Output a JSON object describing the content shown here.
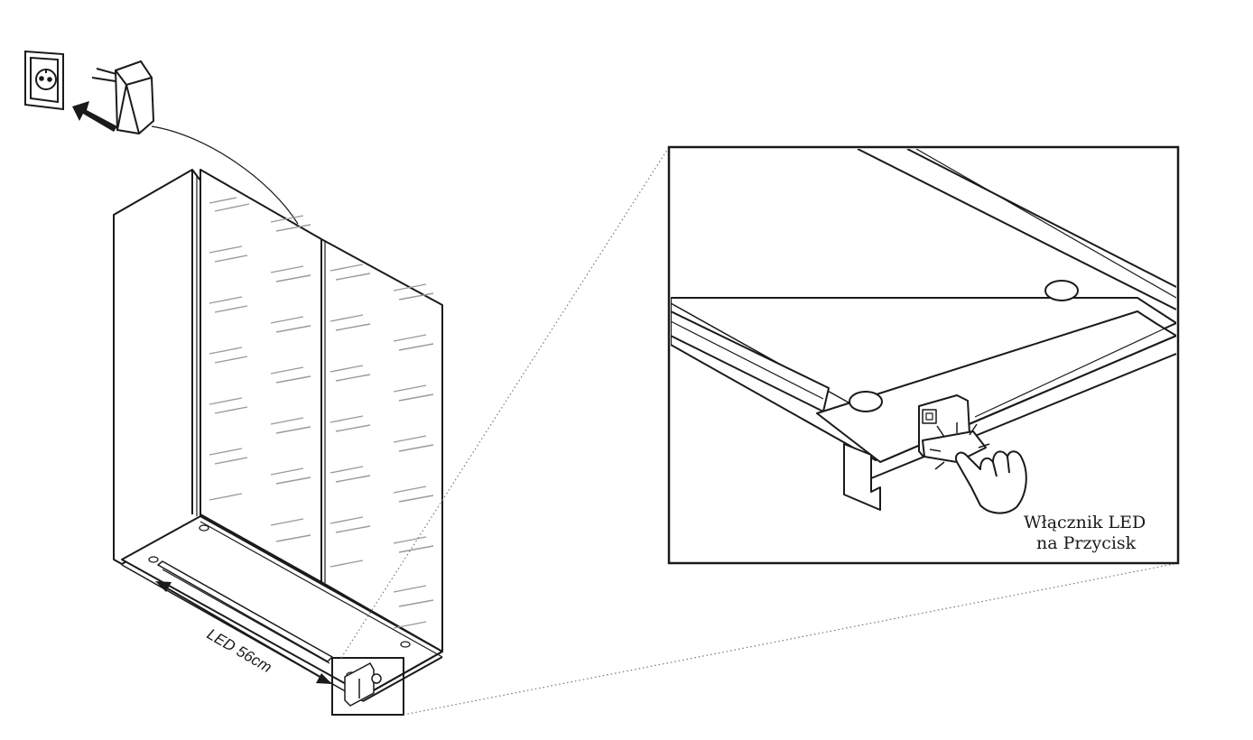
{
  "labels": {
    "led_length": "LED 56cm",
    "switch_line1": "Włącznik LED",
    "switch_line2": "na Przycisk"
  },
  "colors": {
    "line": "#1a1a1a",
    "mirror_hatch": "#9a9a9a",
    "paper": "#ffffff",
    "panel_fill": "#f7f7f7"
  },
  "icons": {
    "socket": "wall-socket-icon",
    "adapter": "power-adapter-icon",
    "arrow": "plug-in-arrow-icon",
    "hand": "pressing-hand-icon"
  }
}
